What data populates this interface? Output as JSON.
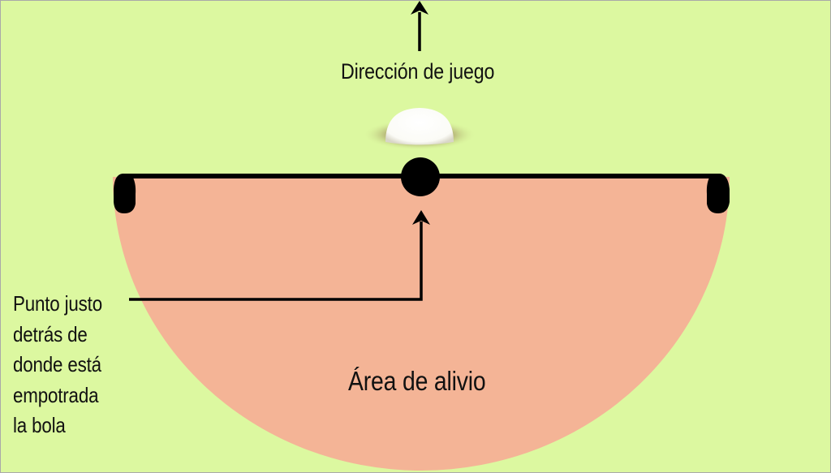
{
  "diagram": {
    "direction_label": "Dirección de juego",
    "relief_area_label": "Área de alivio",
    "reference_point_label_lines": [
      "Punto justo",
      "detrás de",
      "donde está",
      "empotrada",
      "la bola"
    ]
  },
  "colors": {
    "background": "#dcf8a0",
    "relief_area": "#f4b496",
    "line": "#000000",
    "ball": "#ffffff",
    "ball_shadow": "#7a5a3a"
  },
  "icons": {
    "embedded_ball": "half-buried-ball-icon",
    "direction_arrow": "arrow-up-icon",
    "reference_point": "dot-icon"
  }
}
